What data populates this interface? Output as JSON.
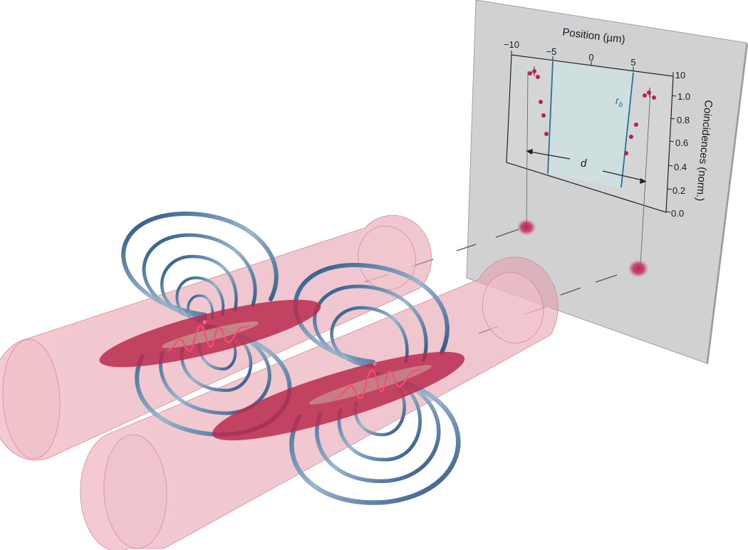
{
  "plot": {
    "x_axis_label": "Position (µm)",
    "x_ticks": [
      "−10",
      "−5",
      "0",
      "5",
      "10"
    ],
    "y_axis_label": "Coincidences (norm.)",
    "y_ticks": [
      "1.0",
      "0.8",
      "0.6",
      "0.4",
      "0.2",
      "0.0"
    ],
    "blockade_radius_label": "r",
    "blockade_radius_subscript": "b",
    "distance_label": "d"
  },
  "colors": {
    "screen": "#cfd1d3",
    "blockade_region": "#cfdfe0",
    "blockade_edge": "#2a6f96",
    "data_points": "#b3254f",
    "beam": "#e8aab6",
    "ellipsoid": "#b82c4e",
    "rings": "#2f5f8f",
    "wavepacket": "#ff4a73"
  }
}
